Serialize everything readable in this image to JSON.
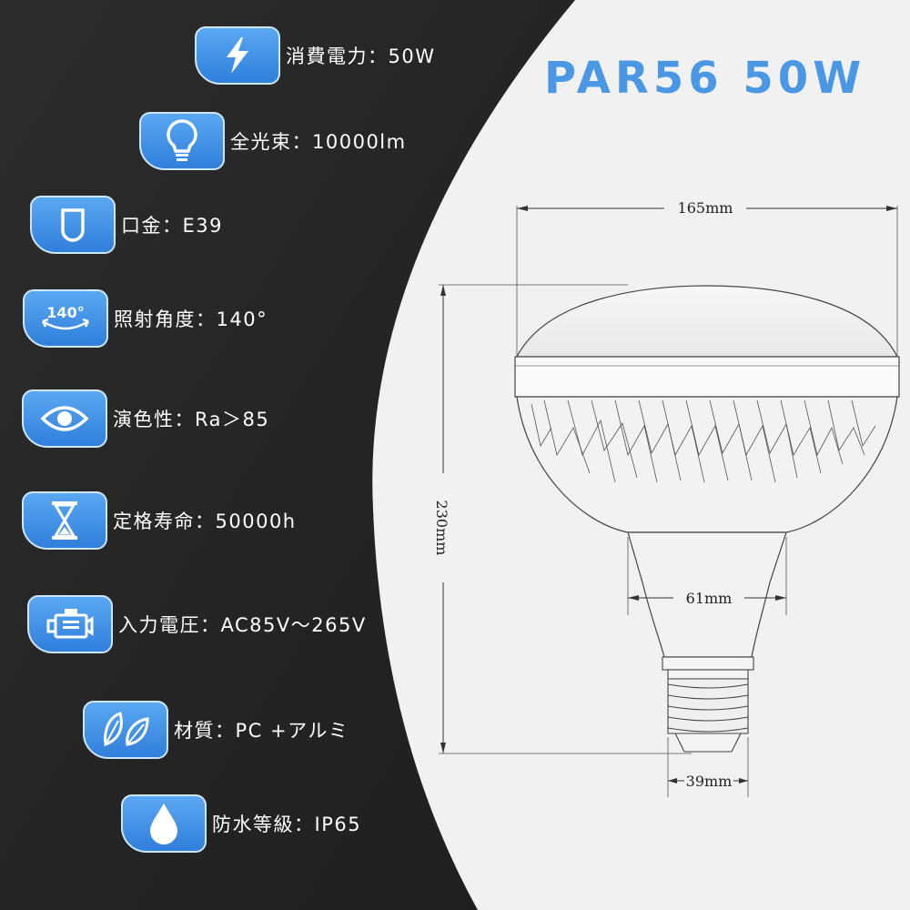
{
  "title": "PAR56 50W",
  "specs": [
    {
      "icon": "lightning-icon",
      "text": "消費電力：50W"
    },
    {
      "icon": "lightbulb-icon",
      "text": "全光束：10000lm"
    },
    {
      "icon": "socket-base-icon",
      "text": "口金：E39"
    },
    {
      "icon": "beam-angle-icon",
      "text": "照射角度：140°"
    },
    {
      "icon": "eye-icon",
      "text": "演色性：Ra＞85"
    },
    {
      "icon": "hourglass-icon",
      "text": "定格寿命：50000h"
    },
    {
      "icon": "engine-icon",
      "text": "入力電圧：AC85V～265V"
    },
    {
      "icon": "leaf-icon",
      "text": "材質：PC +アルミ"
    },
    {
      "icon": "water-drop-icon",
      "text": "防水等級：IP65"
    }
  ],
  "beam_angle_label": "140°",
  "dimensions": {
    "width": "165mm",
    "height": "230mm",
    "neck": "61mm",
    "base": "39mm"
  },
  "colors": {
    "accent": "#4a97e6",
    "panel": "#262626",
    "background": "#f1f1f1",
    "icon_gradient_top": "#5aa8f2",
    "icon_gradient_bottom": "#2f7fdc"
  }
}
